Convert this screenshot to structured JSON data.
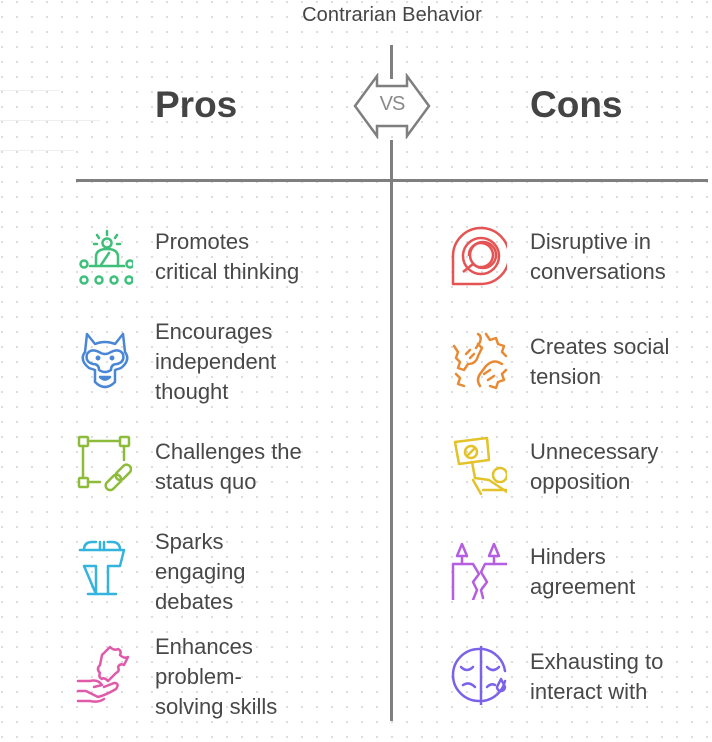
{
  "title": "Contrarian Behavior",
  "vs_label": "VS",
  "pros": {
    "heading": "Pros",
    "items": [
      {
        "label": "Promotes\ncritical thinking",
        "icon": "speaker-audience-icon",
        "color": "#3ec07a"
      },
      {
        "label": "Encourages\nindependent\nthought",
        "icon": "wolf-icon",
        "color": "#4a86d6"
      },
      {
        "label": "Challenges the\nstatus quo",
        "icon": "broken-link-frame-icon",
        "color": "#8cbc3a"
      },
      {
        "label": "Sparks\nengaging\ndebates",
        "icon": "podium-icon",
        "color": "#33b3de"
      },
      {
        "label": "Enhances\nproblem-\nsolving skills",
        "icon": "puzzle-hand-icon",
        "color": "#e05aaa"
      }
    ]
  },
  "cons": {
    "heading": "Cons",
    "items": [
      {
        "label": "Disruptive in\nconversations",
        "icon": "speech-bubble-icon",
        "color": "#e55454"
      },
      {
        "label": "Creates social\ntension",
        "icon": "clashing-hands-icon",
        "color": "#e88a34"
      },
      {
        "label": "Unnecessary\nopposition",
        "icon": "protest-sign-icon",
        "color": "#e3c22a"
      },
      {
        "label": "Hinders\nagreement",
        "icon": "broken-agreement-icon",
        "color": "#b45ee0"
      },
      {
        "label": "Exhausting to\ninteract with",
        "icon": "tired-face-icon",
        "color": "#7b62e8"
      }
    ]
  }
}
